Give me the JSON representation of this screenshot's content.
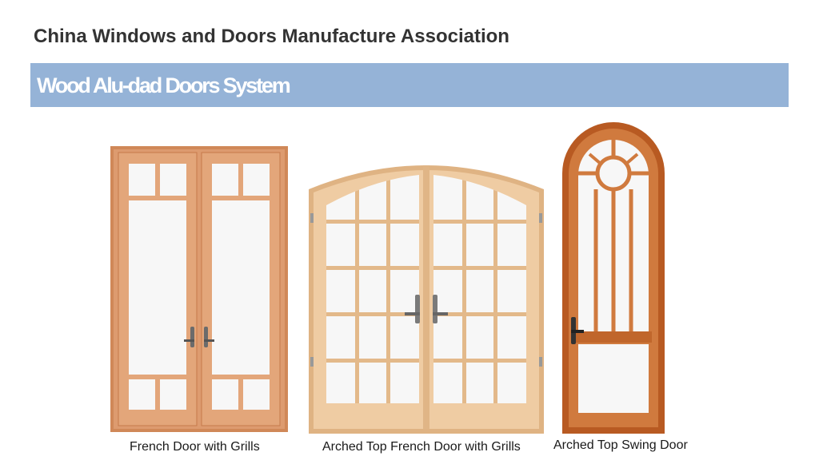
{
  "header": {
    "organization": "China Windows and Doors Manufacture Association",
    "section_title": "Wood Alu-dad Doors System"
  },
  "products": [
    {
      "caption": "French Door with Grills"
    },
    {
      "caption": "Arched Top French Door with Grills"
    },
    {
      "caption": "Arched Top Swing Door"
    }
  ],
  "colors": {
    "banner": "#95b3d7",
    "french_door_wood": "#d9956a",
    "arched_french_wood": "#ecc59a",
    "swing_door_wood": "#c8682e",
    "glass": "#f7f7f7"
  }
}
